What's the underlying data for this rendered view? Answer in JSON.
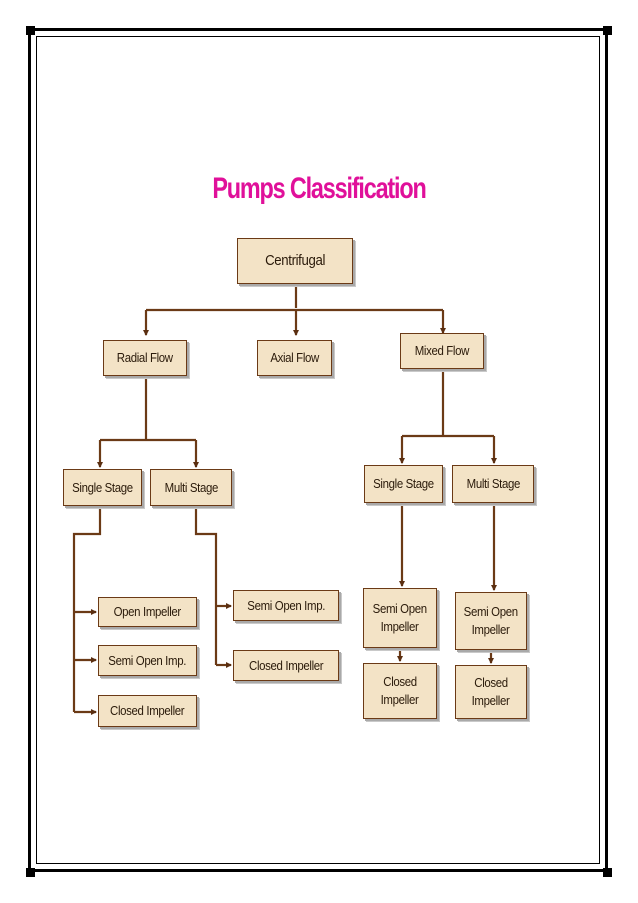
{
  "title": "Pumps Classification",
  "nodes": {
    "centrifugal": "Centrifugal",
    "radial_flow": "Radial Flow",
    "axial_flow": "Axial Flow",
    "mixed_flow": "Mixed Flow",
    "radial_single_stage": "Single Stage",
    "radial_multi_stage": "Multi Stage",
    "mixed_single_stage": "Single Stage",
    "mixed_multi_stage": "Multi Stage",
    "rs_open_impeller": "Open Impeller",
    "rs_semi_open": "Semi Open Imp.",
    "rs_closed_impeller": "Closed Impeller",
    "rm_semi_open": "Semi Open Imp.",
    "rm_closed_impeller": "Closed Impeller",
    "ms_semi_open_1": "Semi Open",
    "ms_semi_open_2": "Impeller",
    "ms_closed_1": "Closed",
    "ms_closed_2": "Impeller",
    "mm_semi_open_1": "Semi Open",
    "mm_semi_open_2": "Impeller",
    "mm_closed_1": "Closed",
    "mm_closed_2": "Impeller"
  }
}
